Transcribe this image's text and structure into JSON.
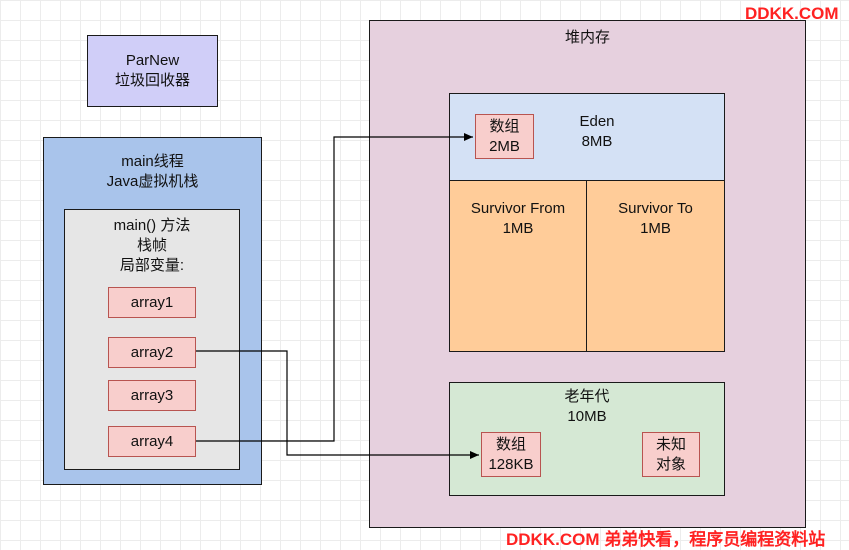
{
  "watermark_top": "DDKK.COM",
  "watermark_bottom": "DDKK.COM 弟弟快看，程序员编程资料站",
  "collector": {
    "line1": "ParNew",
    "line2": "垃圾回收器"
  },
  "thread": {
    "title": "main线程\nJava虚拟机栈"
  },
  "frame": {
    "title": "main() 方法\n栈帧\n局部变量:"
  },
  "locals": [
    "array1",
    "array2",
    "array3",
    "array4"
  ],
  "heap": {
    "title": "堆内存"
  },
  "eden": {
    "title": "Eden\n8MB",
    "object": "数组\n2MB"
  },
  "survivor_from": {
    "title": "Survivor From\n1MB"
  },
  "survivor_to": {
    "title": "Survivor To\n1MB"
  },
  "old_gen": {
    "title": "老年代\n10MB",
    "object": "数组\n128KB",
    "unknown": "未知\n对象"
  },
  "colors": {
    "collector_fill": "#d0cef8",
    "thread_fill": "#a9c4eb",
    "frame_fill": "#e6e6e6",
    "local_fill": "#f8cecc",
    "heap_fill": "#e6d0de",
    "eden_fill": "#d4e1f5",
    "survivor_fill": "#ffcc99",
    "old_gen_fill": "#d5e8d4",
    "watermark": "#ff2222"
  }
}
